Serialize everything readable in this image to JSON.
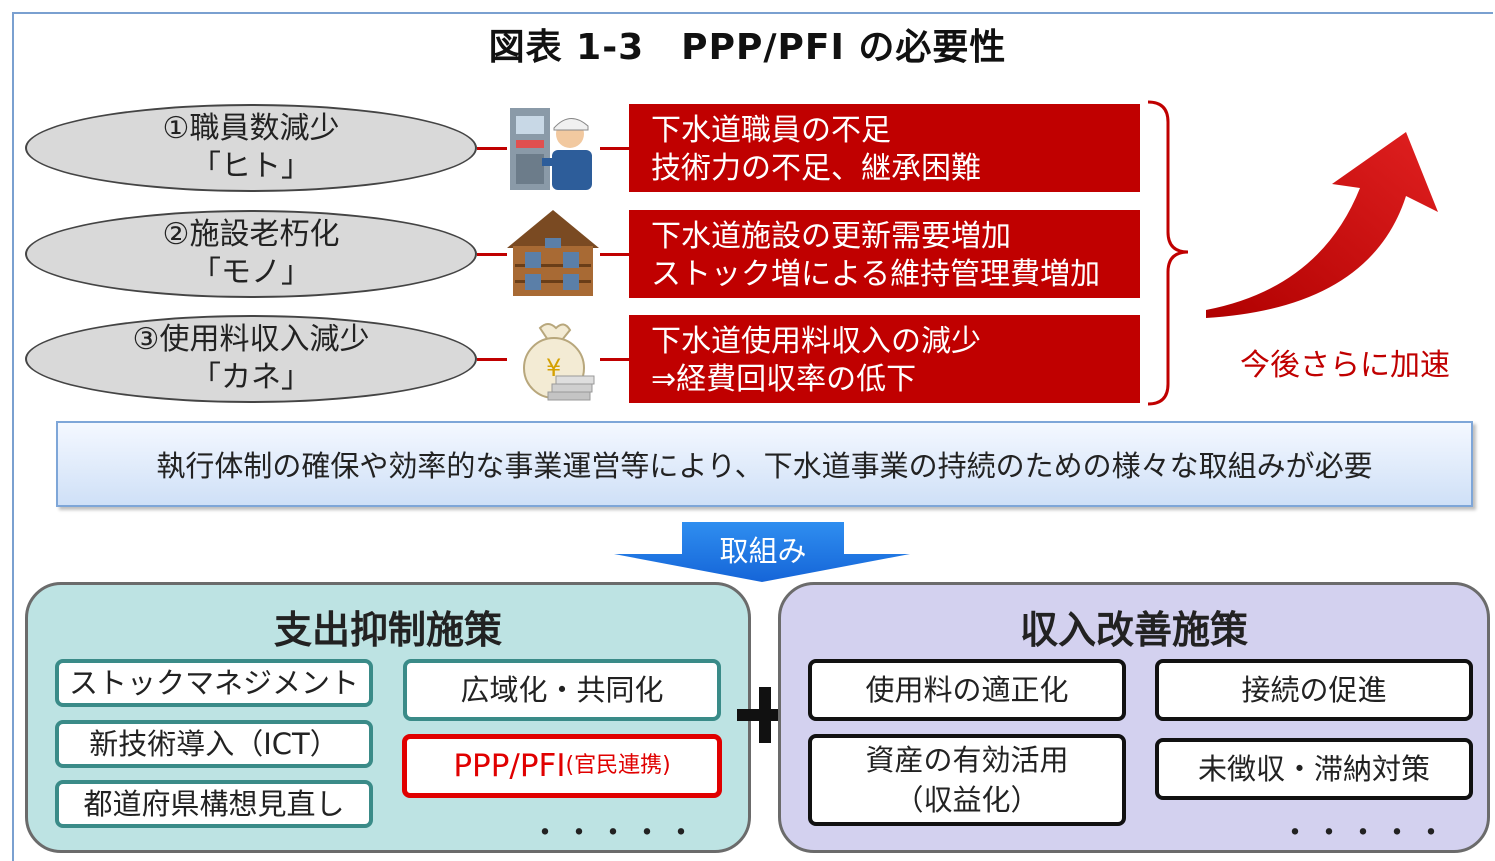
{
  "title": "図表 1-3　PPP/PFI の必要性",
  "colors": {
    "accent_red": "#c00000",
    "teal_border": "#3a8b88",
    "blue_arrow": "#1e7ce8"
  },
  "factors": [
    {
      "line1": "①職員数減少",
      "line2": "「ヒト」",
      "icon": "worker-icon",
      "issue1": "下水道職員の不足",
      "issue2": "技術力の不足、継承困難"
    },
    {
      "line1": "②施設老朽化",
      "line2": "「モノ」",
      "icon": "house-icon",
      "issue1": "下水道施設の更新需要増加",
      "issue2": "ストック増による維持管理費増加"
    },
    {
      "line1": "③使用料収入減少",
      "line2": "「カネ」",
      "icon": "money-bag-icon",
      "issue1": "下水道使用料収入の減少",
      "issue2": "⇒経費回収率の低下"
    }
  ],
  "accelerate_label": "今後さらに加速",
  "summary": "執行体制の確保や効率的な事業運営等により、下水道事業の持続のための様々な取組みが必要",
  "arrow_label": "取組み",
  "left_panel": {
    "title": "支出抑制施策",
    "items": [
      "ストックマネジメント",
      "新技術導入（ICT）",
      "都道府県構想見直し",
      "広域化・共同化"
    ],
    "highlight_main": "PPP/PFI",
    "highlight_sub": "(官民連携)",
    "dots": "・・・・・"
  },
  "right_panel": {
    "title": "収入改善施策",
    "items": [
      "使用料の適正化",
      "接続の促進",
      "資産の有効活用",
      "（収益化）",
      "未徴収・滞納対策"
    ],
    "dots": "・・・・・"
  }
}
